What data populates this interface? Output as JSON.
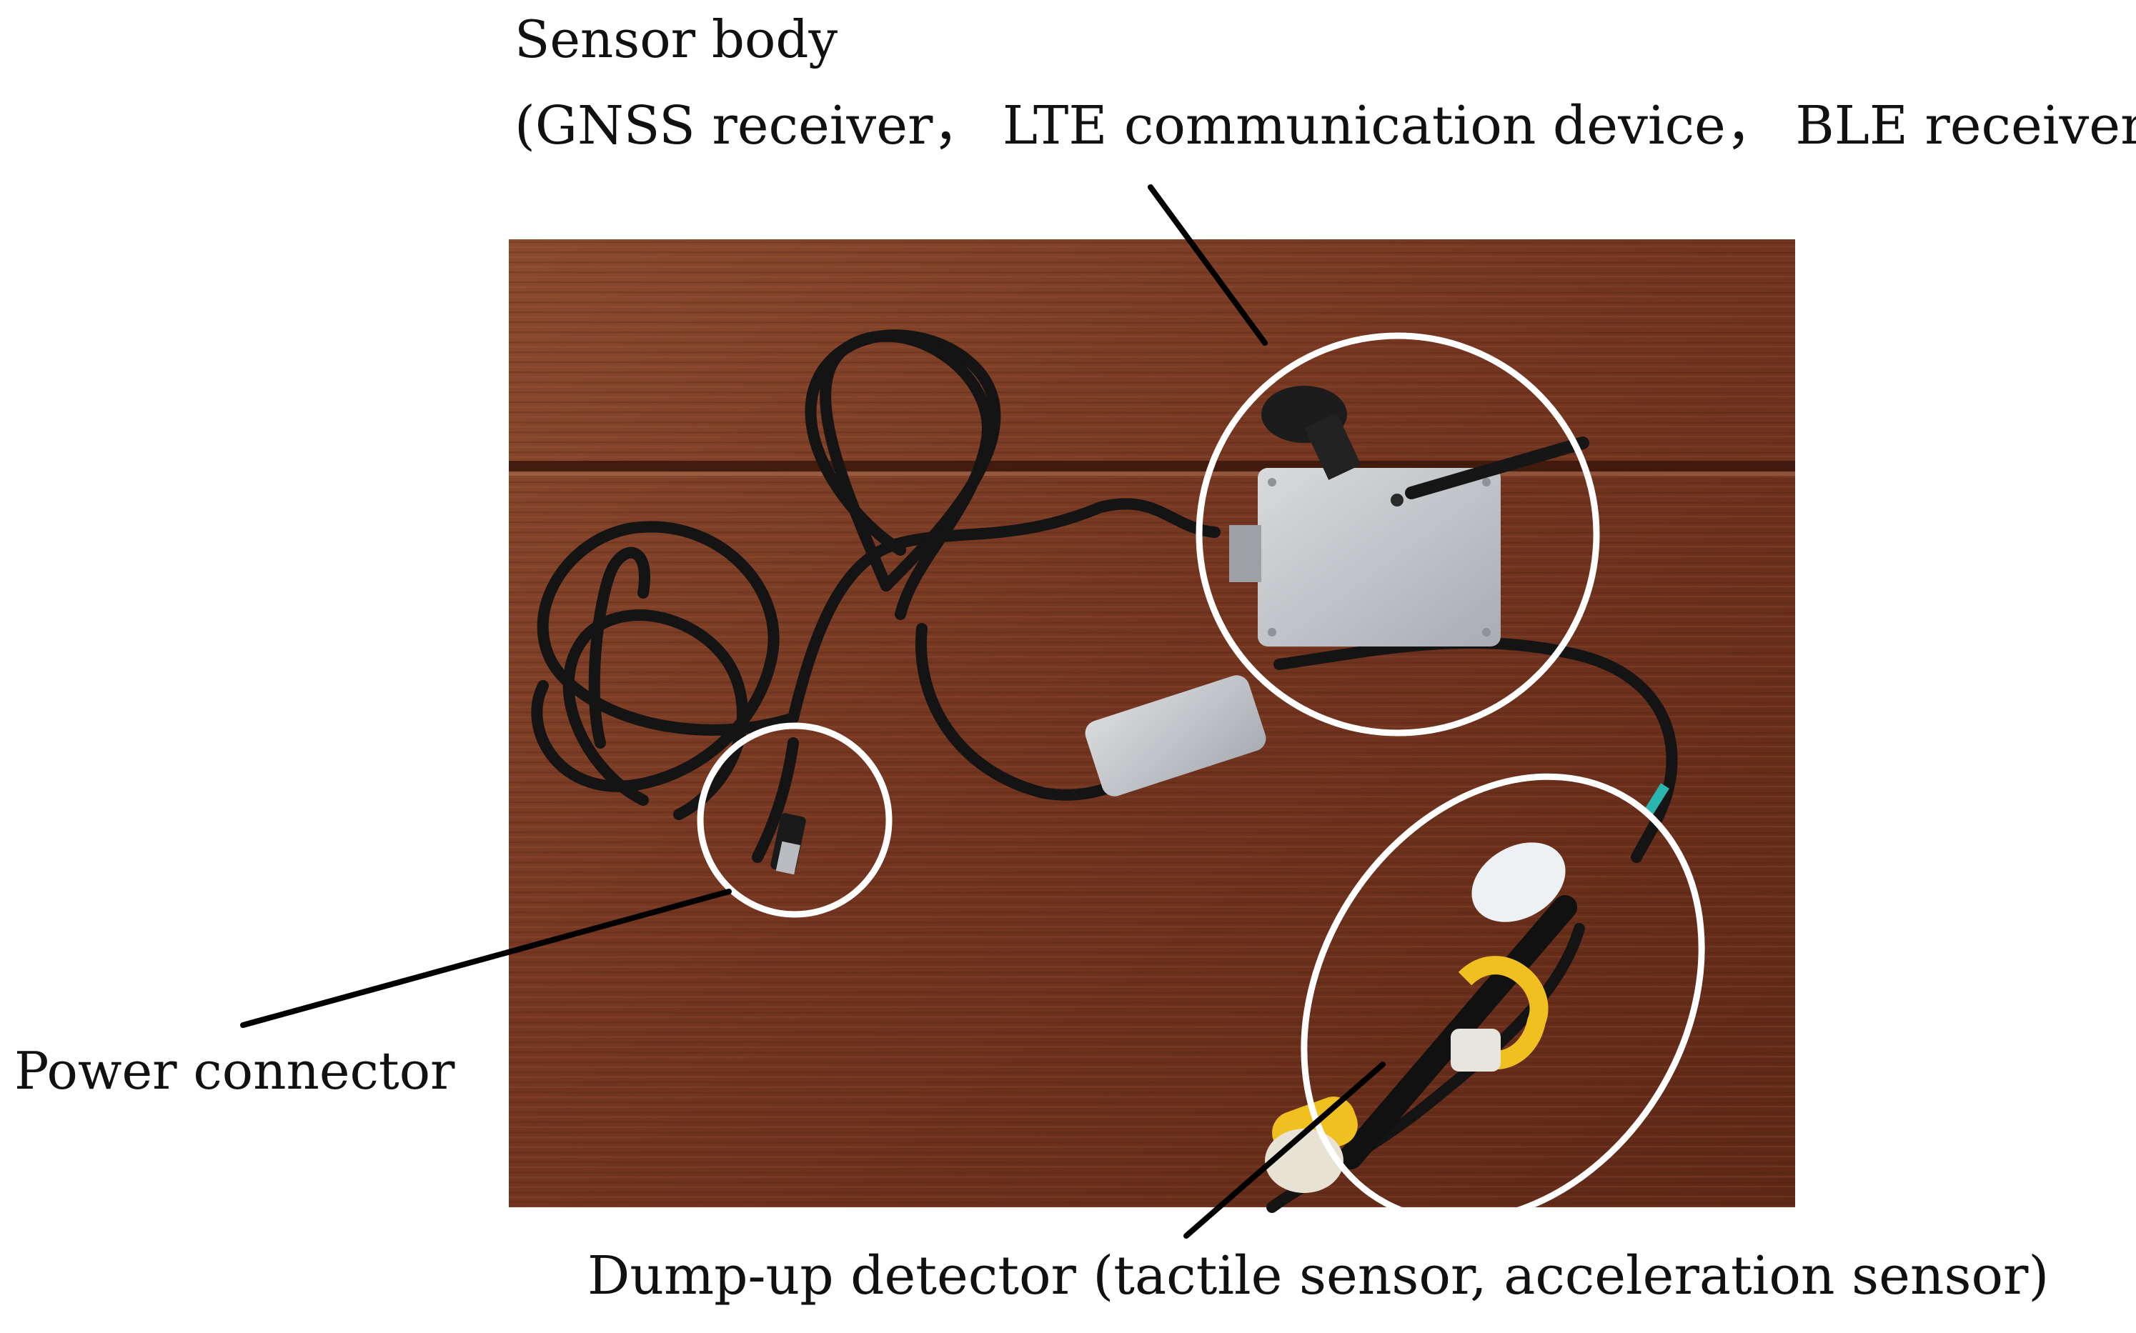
{
  "labels": {
    "sensor_body": "Sensor body",
    "sensor_body_components": "(GNSS receiver，  LTE communication device，  BLE receiver)",
    "power_connector": "Power connector",
    "dump_up_detector": "Dump-up detector (tactile sensor, acceleration sensor)"
  },
  "colors": {
    "table_wood": "#7a3a22",
    "cable": "#141414",
    "enclosure": "#c9ccd0",
    "tape": "#f0c020",
    "callout_circle": "#ffffff",
    "leader_line": "#000000"
  }
}
